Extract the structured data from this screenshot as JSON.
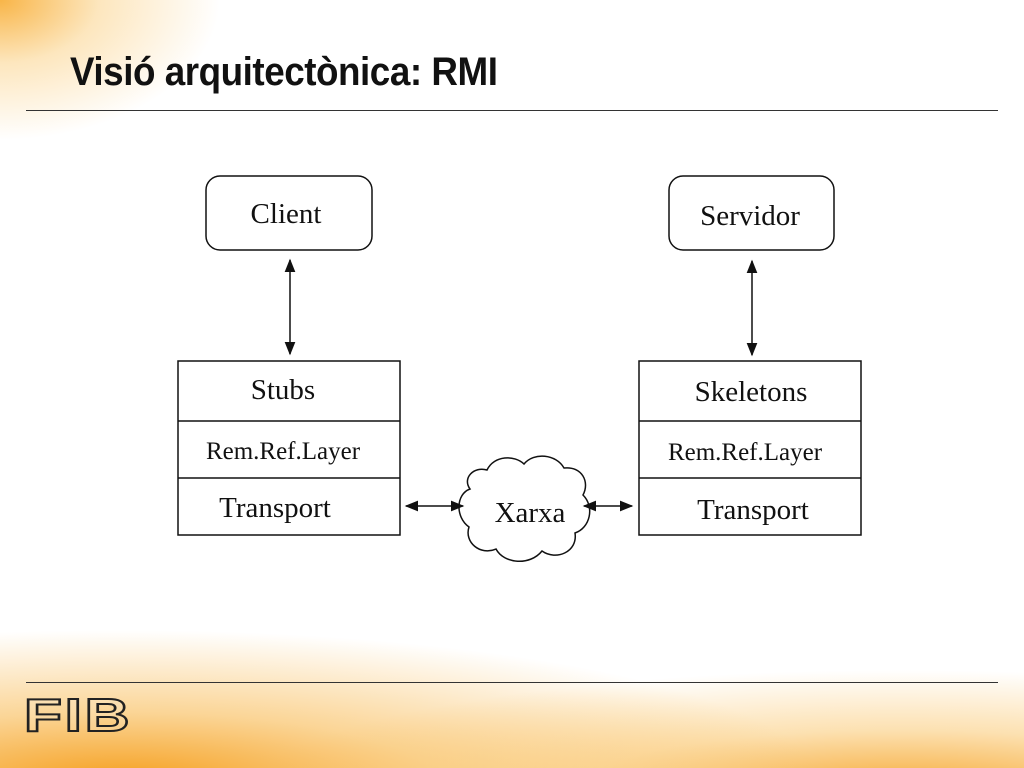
{
  "slide": {
    "title": "Visió arquitectònica: RMI"
  },
  "diagram": {
    "client_label": "Client",
    "server_label": "Servidor",
    "client_stack": [
      "Stubs",
      "Rem.Ref.Layer",
      "Transport"
    ],
    "server_stack": [
      "Skeletons",
      "Rem.Ref.Layer",
      "Transport"
    ],
    "network_label": "Xarxa"
  },
  "footer": {
    "logo_text": "FIB"
  },
  "colors": {
    "accent_orange": "#F5A21E",
    "line": "#111111"
  }
}
